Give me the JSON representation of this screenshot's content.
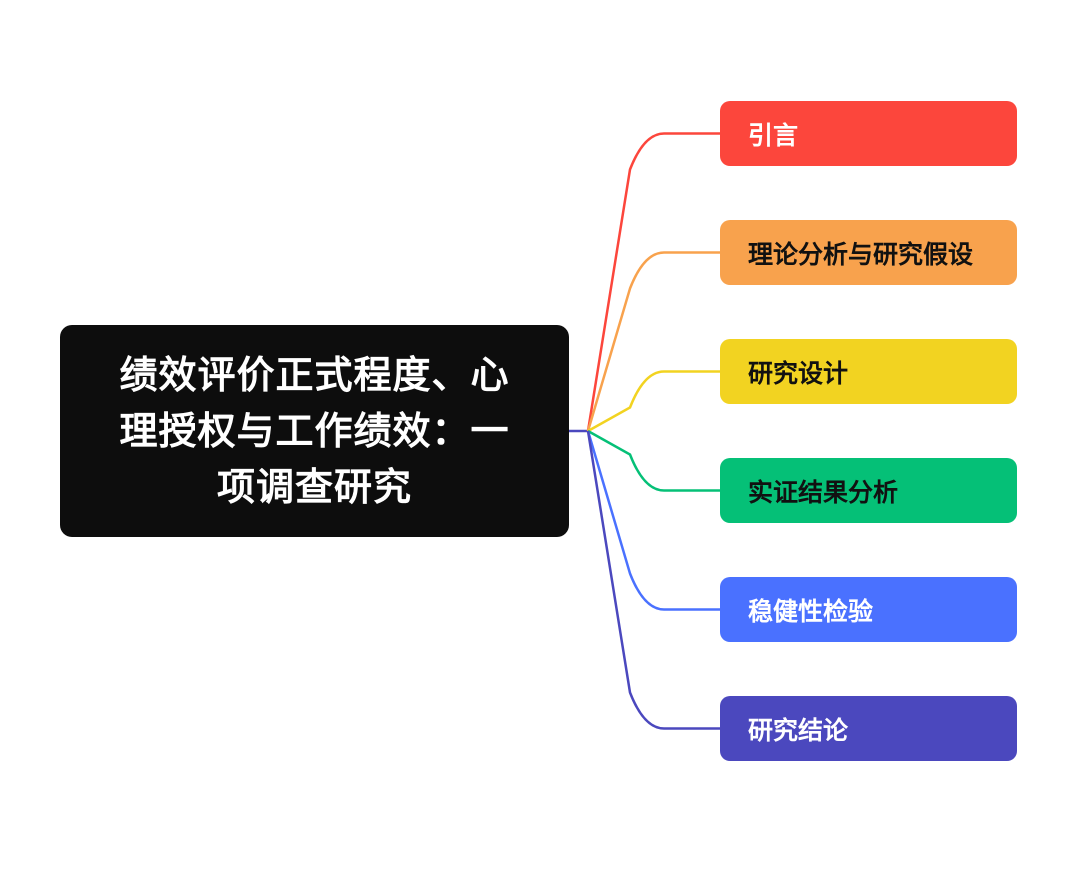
{
  "root": {
    "title_lines": [
      "绩效评价正式程度、心",
      "理授权与工作绩效：一",
      "项调查研究"
    ]
  },
  "branches": [
    {
      "label": "引言",
      "color": "#fc463c",
      "text_color": "#ffffff"
    },
    {
      "label": "理论分析与研究假设",
      "color": "#f8a24d",
      "text_color": "#111111"
    },
    {
      "label": "研究设计",
      "color": "#f2d321",
      "text_color": "#111111"
    },
    {
      "label": "实证结果分析",
      "color": "#05c077",
      "text_color": "#111111"
    },
    {
      "label": "稳健性检验",
      "color": "#4a71ff",
      "text_color": "#ffffff"
    },
    {
      "label": "研究结论",
      "color": "#4b48be",
      "text_color": "#ffffff"
    }
  ],
  "colors": {
    "root_background": "#0d0d0d",
    "root_text": "#ffffff",
    "page_background": "#ffffff"
  }
}
